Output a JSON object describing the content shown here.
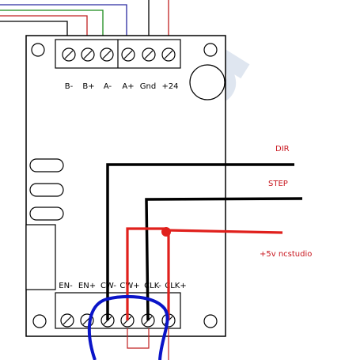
{
  "terminals_top": [
    "B-",
    "B+",
    "A-",
    "A+",
    "Gnd",
    "+24"
  ],
  "terminals_bottom": [
    "EN-",
    "EN+",
    "CW-",
    "CW+",
    "CLK-",
    "CLK+"
  ],
  "watermark": "cnc.ru",
  "signals": {
    "dir": "DIR",
    "step": "STEP",
    "vcc": "+5v  ncstudio"
  },
  "colors": {
    "dir_wire": "#000000",
    "step_wire": "#000000",
    "vcc_wire": "#e0201c",
    "loop_wire": "#0a14c8",
    "label_text": "#c8141c",
    "board_outline": "#000000",
    "watermark": "#dfe6f0",
    "top_wires": [
      "#2a2aa0",
      "#1a8a1a",
      "#c02020",
      "#000000"
    ]
  }
}
